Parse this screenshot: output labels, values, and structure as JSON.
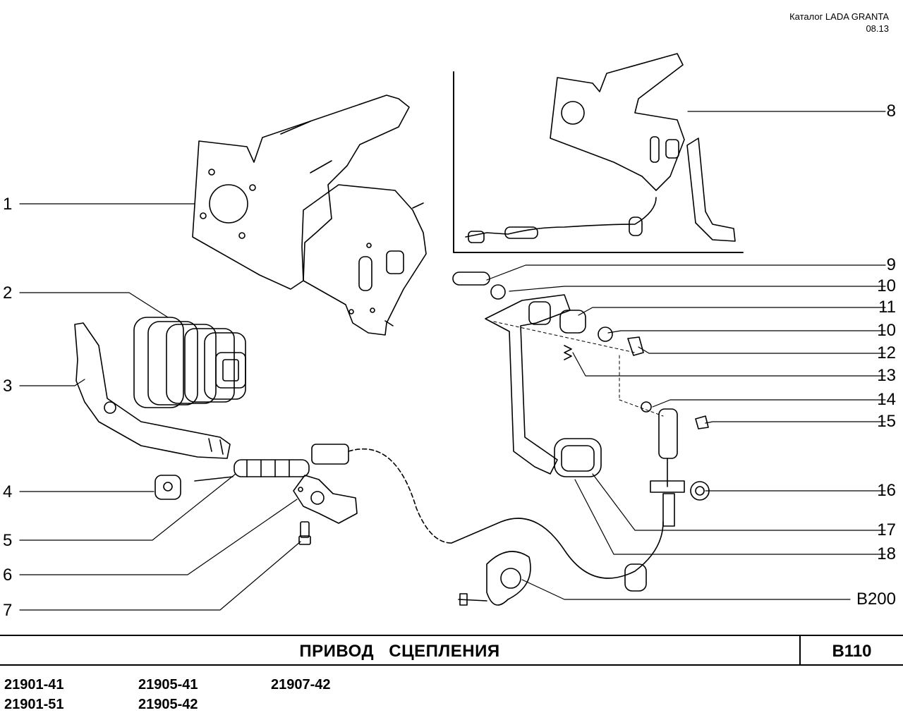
{
  "header": {
    "catalog": "Каталог  LADA GRANTA",
    "date": "08.13"
  },
  "callouts_left": [
    "1",
    "2",
    "3",
    "4",
    "5",
    "6",
    "7"
  ],
  "callouts_right": [
    "8",
    "9",
    "10",
    "11",
    "10",
    "12",
    "13",
    "14",
    "15",
    "16",
    "17",
    "18",
    "B200"
  ],
  "title_block": {
    "title": "ПРИВОД  СЦЕПЛЕНИЯ",
    "code": "B110"
  },
  "models": [
    "21901-41",
    "21905-41",
    "21907-42",
    "21901-51",
    "21905-42"
  ]
}
